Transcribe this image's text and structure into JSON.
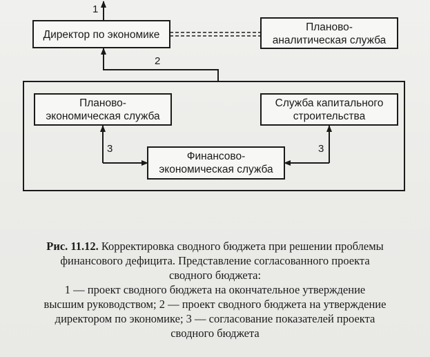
{
  "diagram": {
    "boxes": {
      "director": "Директор по экономике",
      "planning_analytic": [
        "Планово-",
        "аналитическая служба"
      ],
      "planning_economic": [
        "Планово-",
        "экономическая служба"
      ],
      "capital_construction": [
        "Служба капитального",
        "строительства"
      ],
      "finance_economic": [
        "Финансово-",
        "экономическая служба"
      ]
    },
    "arrow_labels": {
      "one": "1",
      "two": "2",
      "three_left": "3",
      "three_right": "3"
    }
  },
  "caption": {
    "label": "Рис. 11.12.",
    "line1_rest": " Корректировка сводного бюджета при решении проблемы",
    "line2": "финансового дефицита. Представление согласованного проекта",
    "line3": "сводного бюджета:",
    "line4": "1 — проект сводного бюджета на окончательное утверждение",
    "line5": "высшим руководством; 2 — проект сводного бюджета на утверждение",
    "line6": "директором по экономике; 3 — согласование показателей проекта",
    "line7": "сводного бюджета"
  }
}
